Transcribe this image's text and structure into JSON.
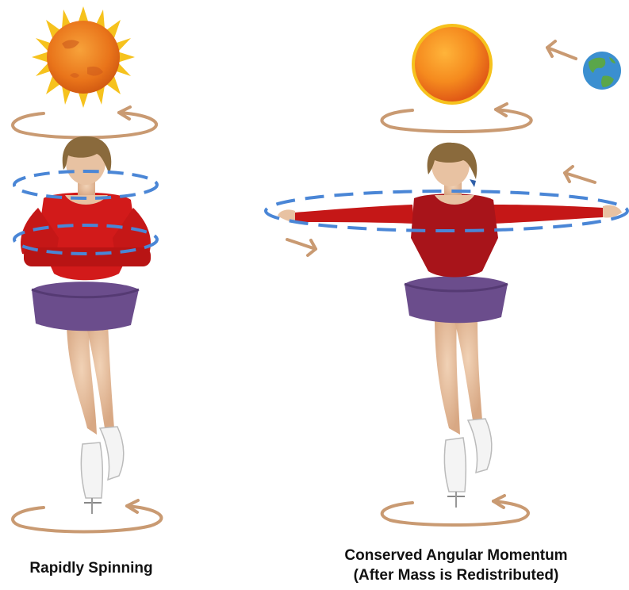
{
  "captions": {
    "left": "Rapidly Spinning",
    "right_line1": "Conserved Angular Momentum",
    "right_line2": "(After Mass is Redistributed)"
  },
  "colors": {
    "sun": "#f28a1c",
    "sun_rays": "#f6c21d",
    "rotation_arrow": "#c99a72",
    "orbit_dash": "#4a86d6",
    "earth_water": "#3b8fd0",
    "earth_land": "#5aa64a",
    "sweater": "#d21a1a",
    "skirt": "#6b4d8c",
    "hair": "#8a6a3c",
    "skin": "#e8c2a2",
    "skate": "#f4f4f4"
  },
  "icons": {
    "left_sun": "sun-icon",
    "right_sun": "sun-icon",
    "earth": "earth-icon",
    "rotation": "curved-arrow-icon"
  }
}
